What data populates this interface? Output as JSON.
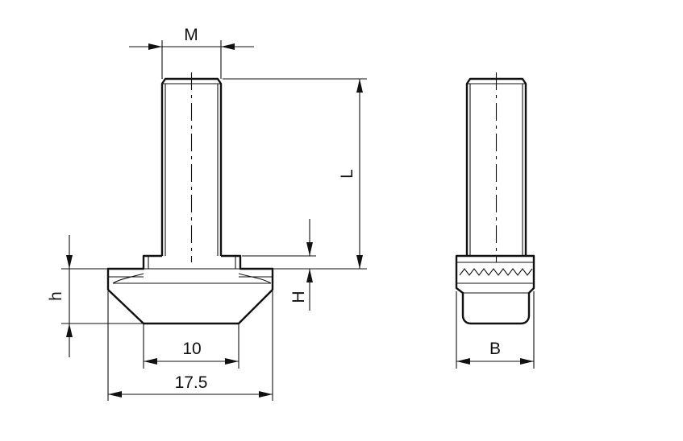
{
  "drawing": {
    "labels": {
      "M": "M",
      "L": "L",
      "h": "h",
      "H": "H",
      "width_10": "10",
      "width_17_5": "17.5",
      "B": "B"
    }
  }
}
